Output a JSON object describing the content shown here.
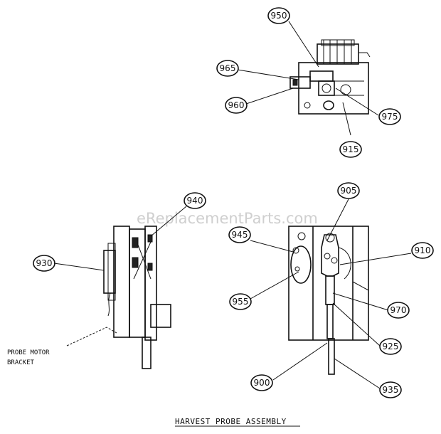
{
  "watermark": "eReplacementParts.com",
  "title": "HARVEST PROBE ASSEMBLY",
  "note": [
    "PROBE MOTOR",
    "BRACKET"
  ],
  "callouts": [
    {
      "id": "c950",
      "label": "950"
    },
    {
      "id": "c965",
      "label": "965"
    },
    {
      "id": "c960",
      "label": "960"
    },
    {
      "id": "c975",
      "label": "975"
    },
    {
      "id": "c915",
      "label": "915"
    },
    {
      "id": "c940",
      "label": "940"
    },
    {
      "id": "c930",
      "label": "930"
    },
    {
      "id": "c905",
      "label": "905"
    },
    {
      "id": "c945",
      "label": "945"
    },
    {
      "id": "c910",
      "label": "910"
    },
    {
      "id": "c955",
      "label": "955"
    },
    {
      "id": "c970",
      "label": "970"
    },
    {
      "id": "c925",
      "label": "925"
    },
    {
      "id": "c900",
      "label": "900"
    },
    {
      "id": "c935",
      "label": "935"
    }
  ]
}
